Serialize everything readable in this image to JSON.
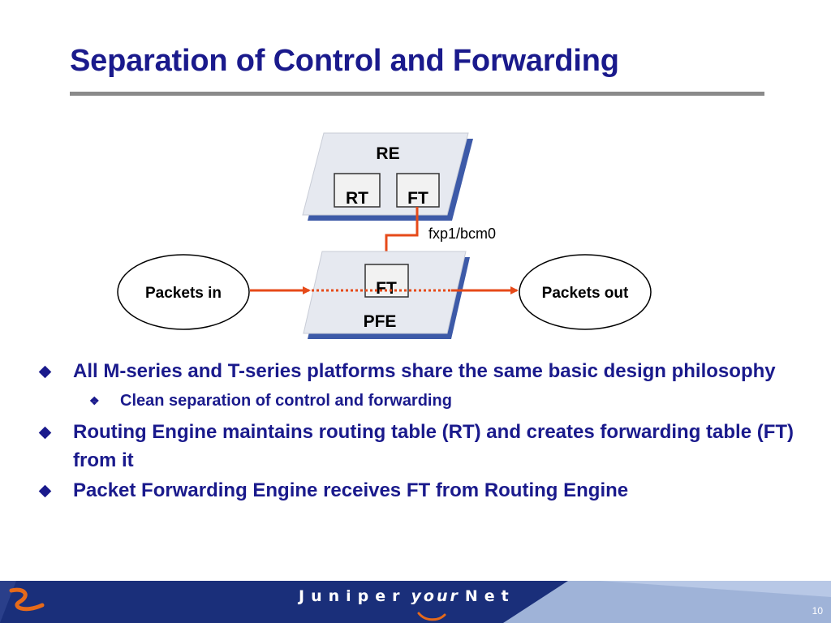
{
  "slide": {
    "title": "Separation of Control and Forwarding",
    "page_number": "10"
  },
  "diagram": {
    "re_label": "RE",
    "re_rt": "RT",
    "re_ft": "FT",
    "link_label": "fxp1/bcm0",
    "pfe_ft": "FT",
    "pfe_label": "PFE",
    "packets_in": "Packets in",
    "packets_out": "Packets out",
    "colors": {
      "arrow": "#e64a19",
      "box_fill": "#e6e9f0",
      "box_shadow": "#3d5aa8"
    }
  },
  "bullets": [
    {
      "text": "All M-series and T-series platforms share the same basic design philosophy"
    },
    {
      "text": "Clean separation of control and forwarding"
    },
    {
      "text": "Routing Engine maintains routing table (RT) and creates forwarding table (FT) from it"
    },
    {
      "text": "Packet Forwarding Engine receives FT from Routing Engine"
    }
  ],
  "footer": {
    "word1": "Juniper",
    "word2": "your",
    "word3": "Net",
    "colors": {
      "band_dark": "#1a2f7a",
      "band_light": "#9fb3d8",
      "logo_orange": "#e66a1a"
    }
  },
  "icons": {
    "bullet": "diamond-bullet-icon",
    "sub_bullet": "four-diamond-bullet-icon",
    "logo": "juniper-swoosh-icon"
  }
}
